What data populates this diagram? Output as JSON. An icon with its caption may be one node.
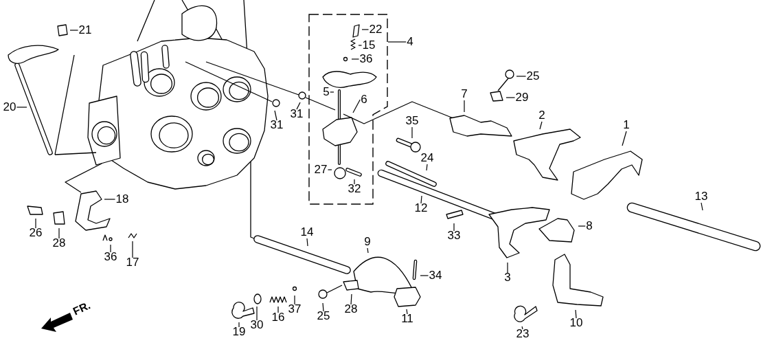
{
  "diagram": {
    "nodes": [
      {
        "text": [
          "21"
        ]
      },
      {
        "text": [
          "20"
        ]
      },
      {
        "text": [],
        "shape": "box"
      },
      {
        "text": [
          "22"
        ],
        "in": 2
      },
      {
        "text": [
          "15"
        ],
        "in": 2
      },
      {
        "text": [
          "36"
        ],
        "in": 2
      },
      {
        "text": [
          "4"
        ]
      },
      {
        "text": [
          "5"
        ],
        "in": 2
      },
      {
        "text": [
          "6"
        ],
        "in": 2
      },
      {
        "text": [
          "25"
        ]
      },
      {
        "text": [
          "29"
        ]
      },
      {
        "text": [
          "7"
        ]
      },
      {
        "text": [
          "2"
        ]
      },
      {
        "text": [
          "1"
        ]
      },
      {
        "text": [
          "35"
        ]
      },
      {
        "text": [
          "31"
        ]
      },
      {
        "text": [
          "31"
        ]
      },
      {
        "text": [
          "24"
        ]
      },
      {
        "text": [
          "27"
        ],
        "in": 2
      },
      {
        "text": [
          "32"
        ],
        "in": 2
      },
      {
        "text": [
          "12"
        ]
      },
      {
        "text": [
          "13"
        ]
      },
      {
        "text": [
          "18"
        ]
      },
      {
        "text": [
          "8"
        ]
      },
      {
        "text": [
          "33"
        ]
      },
      {
        "text": [
          "26"
        ]
      },
      {
        "text": [
          "28"
        ]
      },
      {
        "text": [
          "36"
        ]
      },
      {
        "text": [
          "17"
        ]
      },
      {
        "text": [
          "14"
        ]
      },
      {
        "text": [
          "9"
        ]
      },
      {
        "text": [
          "34"
        ]
      },
      {
        "text": [
          "3"
        ]
      },
      {
        "text": [
          "37"
        ]
      },
      {
        "text": [
          "16"
        ]
      },
      {
        "text": [
          "30"
        ]
      },
      {
        "text": [
          "19"
        ]
      },
      {
        "text": [
          "25"
        ]
      },
      {
        "text": [
          "28"
        ]
      },
      {
        "text": [
          "11"
        ]
      },
      {
        "text": [
          "10"
        ]
      },
      {
        "text": [
          "23"
        ]
      }
    ],
    "edges": [
      {
        "from": 0,
        "to": null,
        "arrow": "none"
      },
      {
        "from": 1,
        "to": null,
        "arrow": "none"
      },
      {
        "from": 3,
        "to": null,
        "arrow": "none"
      },
      {
        "from": 4,
        "to": null,
        "arrow": "none"
      },
      {
        "from": 5,
        "to": null,
        "arrow": "none"
      },
      {
        "from": 6,
        "to": 2,
        "arrow": "none"
      },
      {
        "from": 7,
        "to": null,
        "arrow": "none"
      },
      {
        "from": 8,
        "to": null,
        "arrow": "none"
      },
      {
        "from": 9,
        "to": null,
        "arrow": "none"
      },
      {
        "from": 10,
        "to": null,
        "arrow": "none"
      },
      {
        "from": 11,
        "to": null,
        "arrow": "none"
      },
      {
        "from": 12,
        "to": null,
        "arrow": "none"
      },
      {
        "from": 13,
        "to": null,
        "arrow": "none"
      },
      {
        "from": 14,
        "to": null,
        "arrow": "none"
      },
      {
        "from": 15,
        "to": null,
        "arrow": "none"
      },
      {
        "from": 16,
        "to": null,
        "arrow": "none"
      },
      {
        "from": 17,
        "to": null,
        "arrow": "none"
      },
      {
        "from": 18,
        "to": null,
        "arrow": "none"
      },
      {
        "from": 19,
        "to": null,
        "arrow": "none"
      },
      {
        "from": 20,
        "to": null,
        "arrow": "none"
      },
      {
        "from": 21,
        "to": null,
        "arrow": "none"
      },
      {
        "from": 22,
        "to": null,
        "arrow": "none"
      },
      {
        "from": 23,
        "to": null,
        "arrow": "none"
      },
      {
        "from": 24,
        "to": null,
        "arrow": "none"
      },
      {
        "from": 25,
        "to": null,
        "arrow": "none"
      },
      {
        "from": 26,
        "to": null,
        "arrow": "none"
      },
      {
        "from": 27,
        "to": null,
        "arrow": "none"
      },
      {
        "from": 28,
        "to": null,
        "arrow": "none"
      },
      {
        "from": 29,
        "to": null,
        "arrow": "none"
      },
      {
        "from": 30,
        "to": null,
        "arrow": "none"
      },
      {
        "from": 31,
        "to": null,
        "arrow": "none"
      },
      {
        "from": 32,
        "to": null,
        "arrow": "none"
      },
      {
        "from": 33,
        "to": null,
        "arrow": "none"
      },
      {
        "from": 34,
        "to": null,
        "arrow": "none"
      },
      {
        "from": 35,
        "to": null,
        "arrow": "none"
      },
      {
        "from": 36,
        "to": null,
        "arrow": "none"
      },
      {
        "from": 37,
        "to": null,
        "arrow": "none"
      },
      {
        "from": 38,
        "to": null,
        "arrow": "none"
      },
      {
        "from": 39,
        "to": null,
        "arrow": "none"
      },
      {
        "from": 40,
        "to": null,
        "arrow": "none"
      },
      {
        "from": 41,
        "to": null,
        "arrow": "none"
      }
    ],
    "labels": [
      "FR."
    ]
  }
}
